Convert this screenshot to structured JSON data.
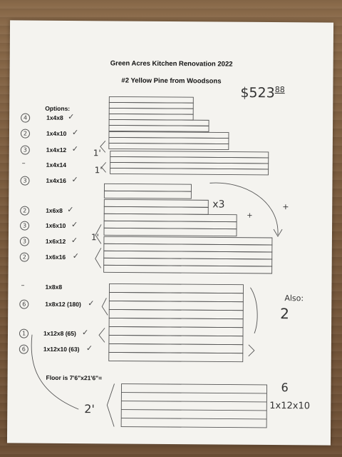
{
  "doc": {
    "title": "Green Acres Kitchen Renovation 2022",
    "subtitle": "#2 Yellow Pine from Woodsons",
    "price": "$523",
    "price_cents": "88",
    "options_heading": "Options:",
    "floor_note": "Floor is 7'6\"x21'6\"="
  },
  "options": [
    {
      "label": "1x4x8",
      "mark": "4",
      "checked": true
    },
    {
      "label": "1x4x10",
      "mark": "2",
      "checked": true
    },
    {
      "label": "1x4x12",
      "mark": "3",
      "checked": true
    },
    {
      "label": "1x4x14",
      "mark": "–",
      "checked": false
    },
    {
      "label": "1x4x16",
      "mark": "3",
      "checked": true
    },
    {
      "label": "1x6x8",
      "mark": "2",
      "checked": true
    },
    {
      "label": "1x6x10",
      "mark": "3",
      "checked": true
    },
    {
      "label": "1x6x12",
      "mark": "3",
      "checked": true
    },
    {
      "label": "1x6x16",
      "mark": "2",
      "checked": true
    },
    {
      "label": "1x8x8",
      "mark": "–",
      "checked": false
    },
    {
      "label": "1x8x12 (180)",
      "mark": "6",
      "checked": true
    },
    {
      "label": "1x12x8 (65)",
      "mark": "1",
      "checked": true
    },
    {
      "label": "1x12x10 (63)",
      "mark": "6",
      "checked": true
    }
  ],
  "handwriting": {
    "x3": "x3",
    "plus1": "+",
    "plus2": "+",
    "also_note": "Also:",
    "two_note": "2",
    "two_ft": "2'",
    "one_ft_a": "1'",
    "one_ft_b": "1'",
    "one_ft_c": "1'",
    "floor_count": "6",
    "floor_size": "1x12x10"
  }
}
